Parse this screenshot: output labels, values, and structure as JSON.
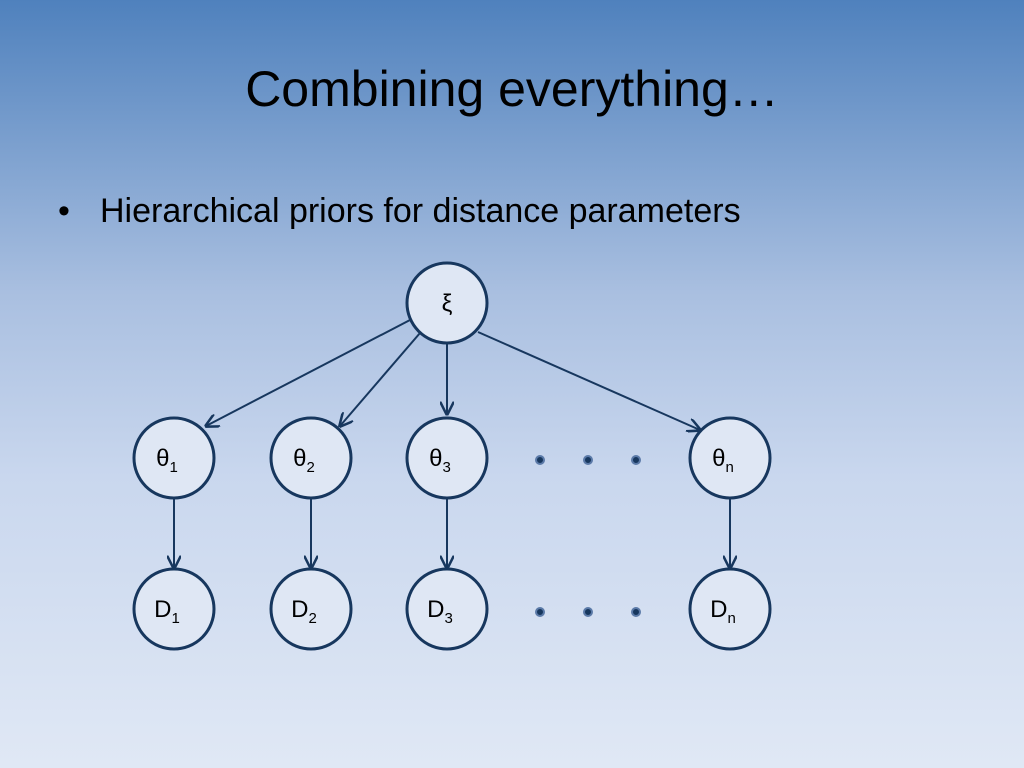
{
  "slide": {
    "title": "Combining everything…",
    "bullet_symbol": "•",
    "bullet": "Hierarchical priors for distance parameters"
  },
  "diagram": {
    "root": {
      "label": "ξ"
    },
    "theta_nodes": [
      {
        "base": "θ",
        "sub": "1"
      },
      {
        "base": "θ",
        "sub": "2"
      },
      {
        "base": "θ",
        "sub": "3"
      },
      {
        "base": "θ",
        "sub": "n"
      }
    ],
    "data_nodes": [
      {
        "base": "D",
        "sub": "1"
      },
      {
        "base": "D",
        "sub": "2"
      },
      {
        "base": "D",
        "sub": "3"
      },
      {
        "base": "D",
        "sub": "n"
      }
    ],
    "colors": {
      "node_stroke": "#17375e",
      "node_fill": "#dfe7f4",
      "edge": "#17375e"
    }
  }
}
